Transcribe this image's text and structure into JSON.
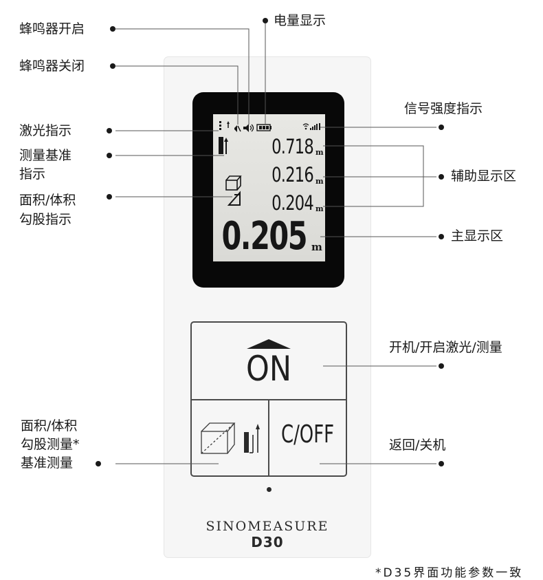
{
  "device": {
    "brand": "SINOMEASURE",
    "model": "D30",
    "screen": {
      "secondary_values": [
        "0.718",
        "0.216",
        "0.204"
      ],
      "main_value": "0.205",
      "unit": "m"
    },
    "keys": {
      "on_label": "ON",
      "off_label": "C/OFF"
    }
  },
  "callouts": {
    "buzzer_on": "蜂鸣器开启",
    "buzzer_off": "蜂鸣器关闭",
    "battery": "电量显示",
    "laser": "激光指示",
    "reference": [
      "测量基准",
      "指示"
    ],
    "area_volume": [
      "面积/体积",
      "勾股指示"
    ],
    "signal": "信号强度指示",
    "aux_display": "辅助显示区",
    "main_display": "主显示区",
    "power_measure": "开机/开启激光/测量",
    "area_measure": [
      "面积/体积",
      "勾股测量*",
      "基准测量"
    ],
    "back_off": "返回/关机"
  },
  "footnote": "*D35界面功能参数一致",
  "colors": {
    "bezel": "#080808",
    "lcd": "#e0e0dc",
    "body": "#f6f6f6",
    "line": "#4a4a4a"
  }
}
